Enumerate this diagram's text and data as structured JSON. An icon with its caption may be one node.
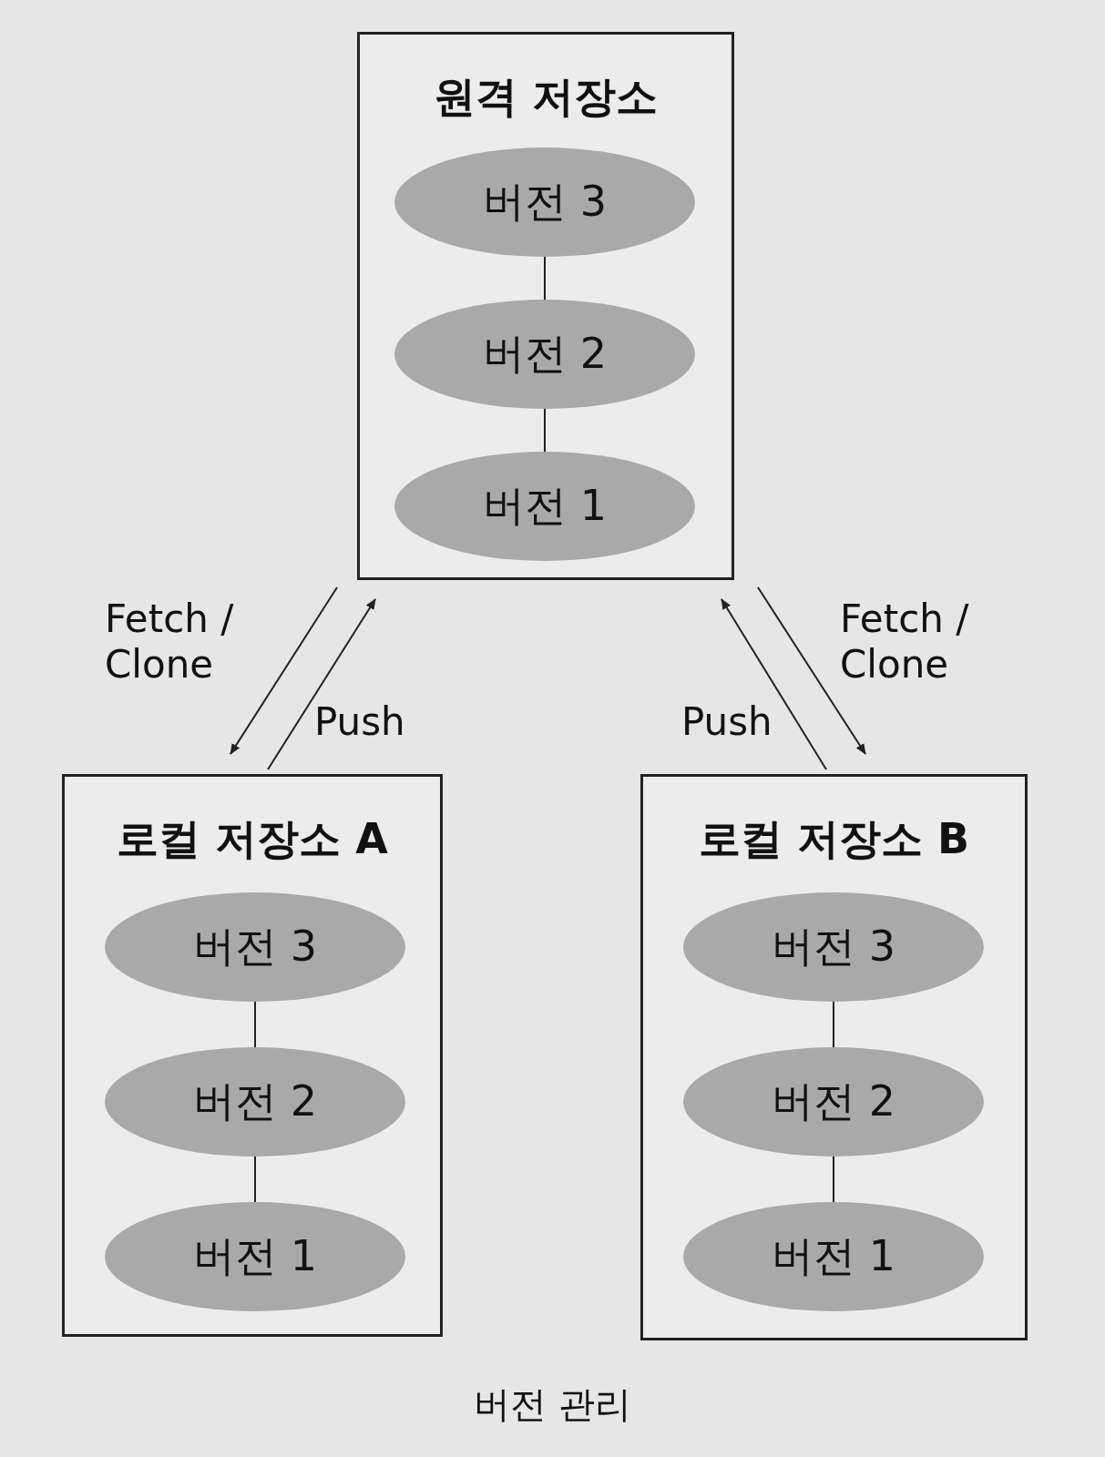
{
  "diagram": {
    "caption": "버전 관리",
    "nodes": [
      {
        "text": [
          "원격 저장소"
        ]
      },
      {
        "text": [
          "버전 3"
        ],
        "in": 0
      },
      {
        "text": [
          "버전 2"
        ],
        "in": 0
      },
      {
        "text": [
          "버전 1"
        ],
        "in": 0
      },
      {
        "text": [
          "로컬 저장소 A"
        ]
      },
      {
        "text": [
          "버전 3"
        ],
        "in": 4
      },
      {
        "text": [
          "버전 2"
        ],
        "in": 4
      },
      {
        "text": [
          "버전 1"
        ],
        "in": 4
      },
      {
        "text": [
          "로컬 저장소 B"
        ]
      },
      {
        "text": [
          "버전 3"
        ],
        "in": 8
      },
      {
        "text": [
          "버전 2"
        ],
        "in": 8
      },
      {
        "text": [
          "버전 1"
        ],
        "in": 8
      }
    ],
    "edges": [
      {
        "from": 1,
        "to": 2,
        "arrow": "none"
      },
      {
        "from": 2,
        "to": 3,
        "arrow": "none"
      },
      {
        "from": 5,
        "to": 6,
        "arrow": "none"
      },
      {
        "from": 6,
        "to": 7,
        "arrow": "none"
      },
      {
        "from": 9,
        "to": 10,
        "arrow": "none"
      },
      {
        "from": 10,
        "to": 11,
        "arrow": "none"
      },
      {
        "from": 0,
        "to": 4,
        "arrow": "to",
        "label": "Fetch / Clone"
      },
      {
        "from": 4,
        "to": 0,
        "arrow": "to",
        "label": "Push"
      },
      {
        "from": 8,
        "to": 0,
        "arrow": "to",
        "label": "Push"
      },
      {
        "from": 0,
        "to": 8,
        "arrow": "to",
        "label": "Fetch / Clone"
      }
    ]
  }
}
